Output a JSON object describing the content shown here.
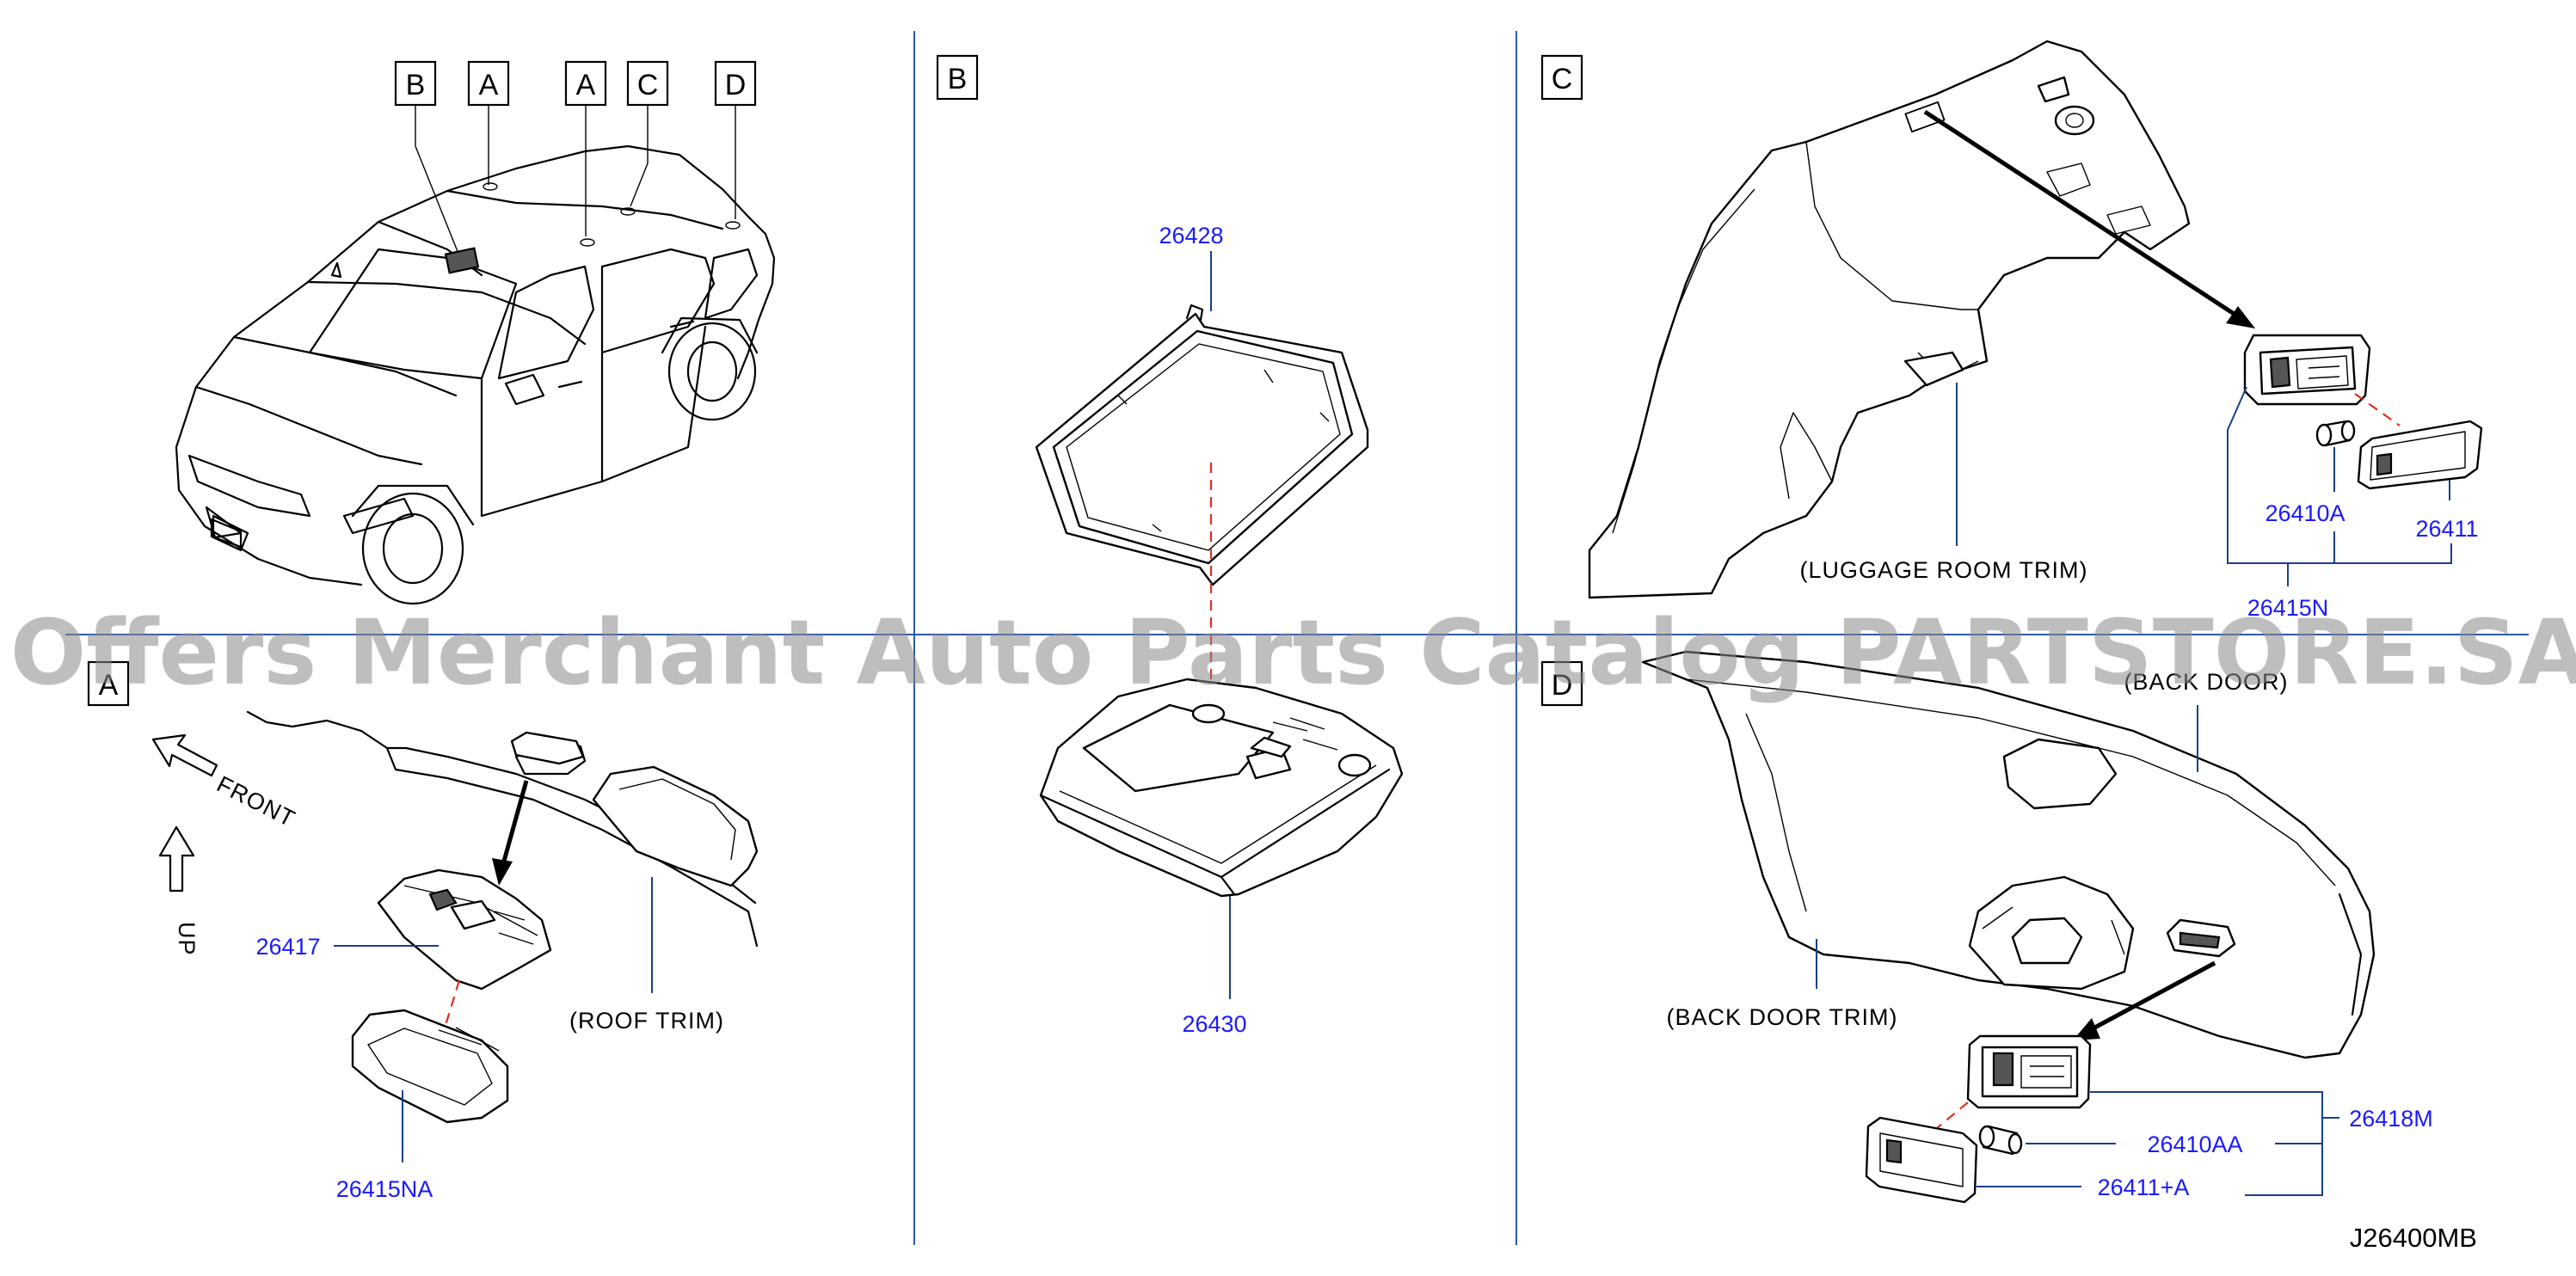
{
  "watermark": "Offers Merchant Auto Parts Catalog PARTSTORE.SA",
  "diagram_code": "J26400MB",
  "view_labels": {
    "car_markers": [
      "B",
      "A",
      "A",
      "C",
      "D"
    ],
    "panel_B": "B",
    "panel_C": "C",
    "panel_A": "A",
    "panel_D": "D"
  },
  "directions": {
    "front": "FRONT",
    "up": "UP"
  },
  "trim_labels": {
    "roof_trim": "(ROOF   TRIM)",
    "luggage_room_trim": "(LUGGAGE   ROOM   TRIM)",
    "back_door": "(BACK   DOOR)",
    "back_door_trim": "(BACK   DOOR   TRIM)"
  },
  "parts": {
    "p26428": "26428",
    "p26430": "26430",
    "p26417": "26417",
    "p26415NA": "26415NA",
    "p26410A": "26410A",
    "p26411": "26411",
    "p26415N": "26415N",
    "p26410AA": "26410AA",
    "p26411A": "26411+A",
    "p26418M": "26418M"
  },
  "colors": {
    "part_number": "#1a1aff",
    "divider": "#2f57a8",
    "guide_dash": "#e03020",
    "watermark": "#8a8a8a"
  }
}
